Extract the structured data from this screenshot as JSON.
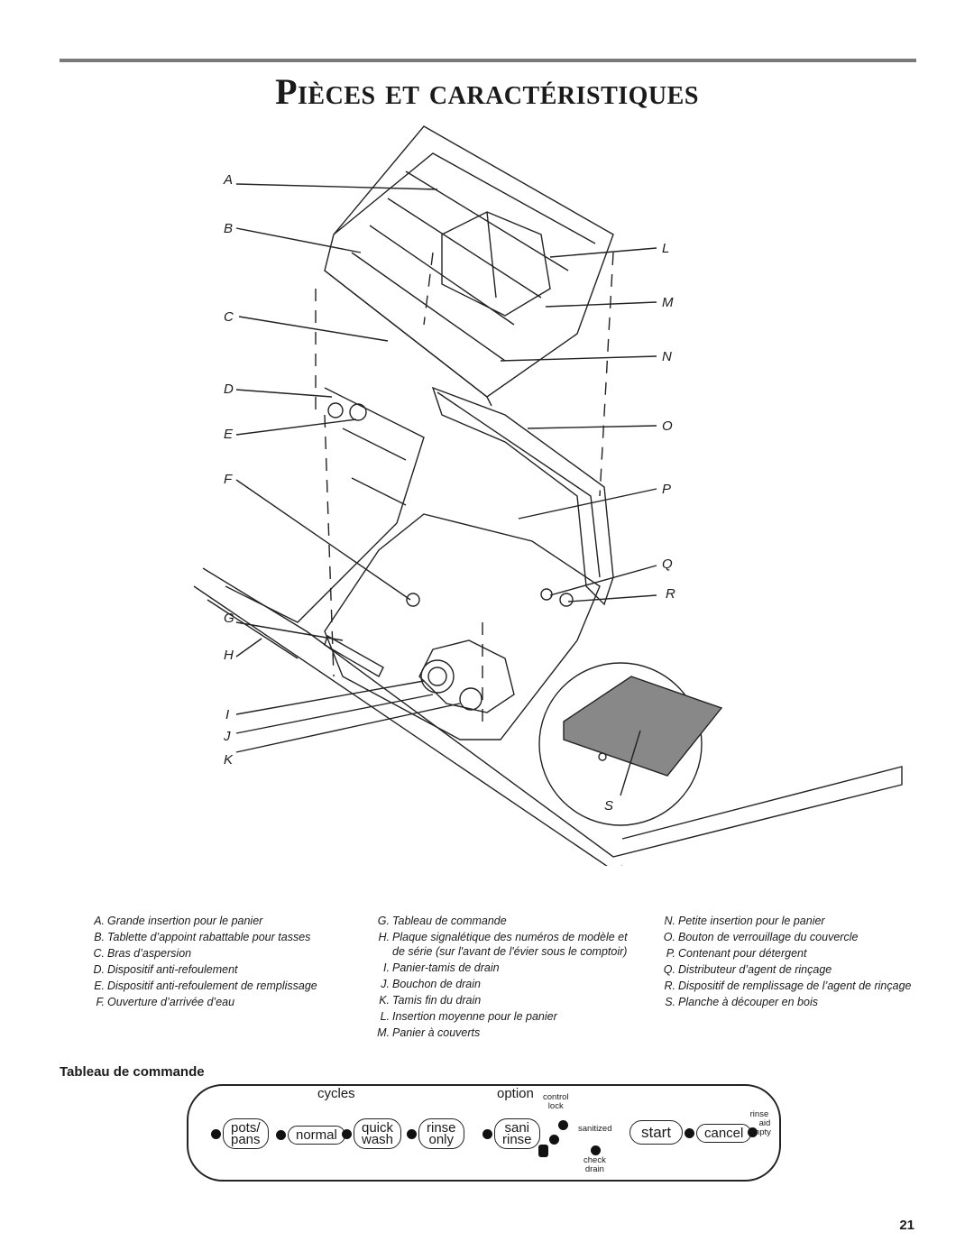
{
  "page": {
    "title": "Pièces et caractéristiques",
    "number": "21"
  },
  "diagram": {
    "letters": [
      "A",
      "B",
      "C",
      "D",
      "E",
      "F",
      "G",
      "H",
      "I",
      "J",
      "K",
      "L",
      "M",
      "N",
      "O",
      "P",
      "Q",
      "R",
      "S"
    ]
  },
  "legend": {
    "col1": [
      {
        "key": "A.",
        "text": "Grande insertion pour le panier"
      },
      {
        "key": "B.",
        "text": "Tablette d’appoint rabattable pour tasses"
      },
      {
        "key": "C.",
        "text": "Bras d’aspersion"
      },
      {
        "key": "D.",
        "text": "Dispositif anti-refoulement"
      },
      {
        "key": "E.",
        "text": "Dispositif anti-refoulement de remplissage"
      },
      {
        "key": "F.",
        "text": "Ouverture d’arrivée d’eau"
      }
    ],
    "col2": [
      {
        "key": "G.",
        "text": "Tableau de commande"
      },
      {
        "key": "H.",
        "text": "Plaque signalétique des numéros de modèle et de série (sur l'avant de l'évier sous le comptoir)"
      },
      {
        "key": "I.",
        "text": "Panier-tamis de drain"
      },
      {
        "key": "J.",
        "text": "Bouchon de drain"
      },
      {
        "key": "K.",
        "text": "Tamis fin du drain"
      },
      {
        "key": "L.",
        "text": "Insertion moyenne pour le panier"
      },
      {
        "key": "M.",
        "text": "Panier à couverts"
      }
    ],
    "col3": [
      {
        "key": "N.",
        "text": "Petite insertion pour le panier"
      },
      {
        "key": "O.",
        "text": "Bouton de verrouillage du couvercle"
      },
      {
        "key": "P.",
        "text": "Contenant pour détergent"
      },
      {
        "key": "Q.",
        "text": "Distributeur d’agent de rinçage"
      },
      {
        "key": "R.",
        "text": "Dispositif de remplissage de l’agent de rinçage"
      },
      {
        "key": "S.",
        "text": "Planche à découper en bois"
      }
    ]
  },
  "control_panel": {
    "heading": "Tableau de commande",
    "cycles_label": "cycles",
    "option_label": "option",
    "buttons": {
      "pots_pans": [
        "pots/",
        "pans"
      ],
      "normal": "normal",
      "quick_wash": [
        "quick",
        "wash"
      ],
      "rinse_only": [
        "rinse",
        "only"
      ],
      "sani_rinse": [
        "sani",
        "rinse"
      ],
      "start": "start",
      "cancel": "cancel"
    },
    "indicators": {
      "control_lock": [
        "control",
        "lock"
      ],
      "sanitized": "sanitized",
      "check_drain": [
        "check",
        "drain"
      ],
      "rinse_aid_empty": [
        "rinse",
        "aid",
        "empty"
      ]
    }
  }
}
